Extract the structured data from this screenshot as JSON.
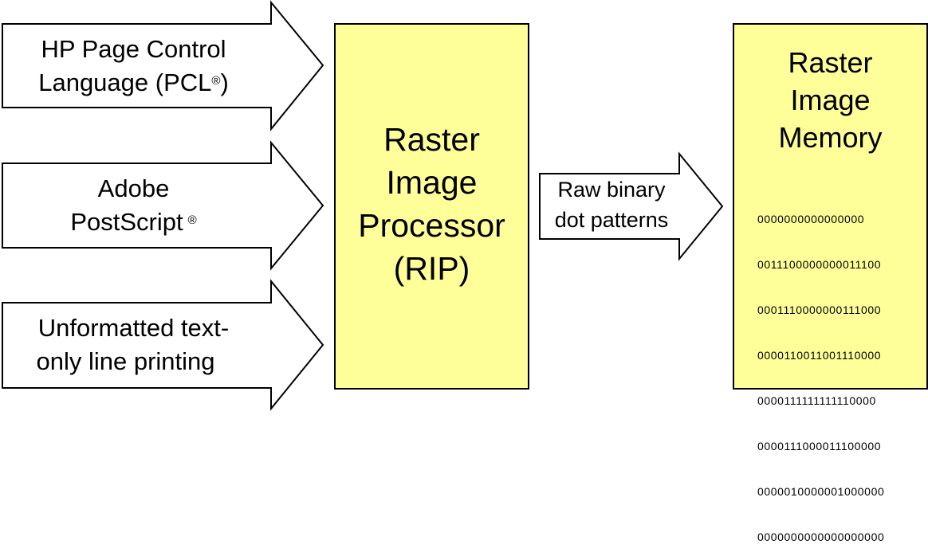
{
  "inputs": [
    {
      "line1": "HP Page Control",
      "line2": "Language (PCL",
      "mark": "®",
      "line2_end": ")"
    },
    {
      "line1": "Adobe",
      "line2": "PostScript",
      "mark": "®",
      "line2_end": ""
    },
    {
      "line1": "Unformatted text-",
      "line2": "only line printing",
      "mark": "",
      "line2_end": ""
    }
  ],
  "processor": {
    "lines": [
      "Raster",
      "Image",
      "Processor",
      "(RIP)"
    ]
  },
  "connector": {
    "lines": [
      "Raw binary",
      "dot patterns"
    ]
  },
  "memory": {
    "lines": [
      "Raster",
      "Image",
      "Memory"
    ],
    "bits": [
      "0000000000000000",
      "0011100000000011100",
      "0001110000000111000",
      "0000110011001110000",
      "0000111111111110000",
      "0000111000011100000",
      "0000010000001000000",
      "0000000000000000000"
    ]
  },
  "colors": {
    "box_fill": "#ffff99",
    "stroke": "#000000",
    "arrow_fill": "#ffffff"
  }
}
